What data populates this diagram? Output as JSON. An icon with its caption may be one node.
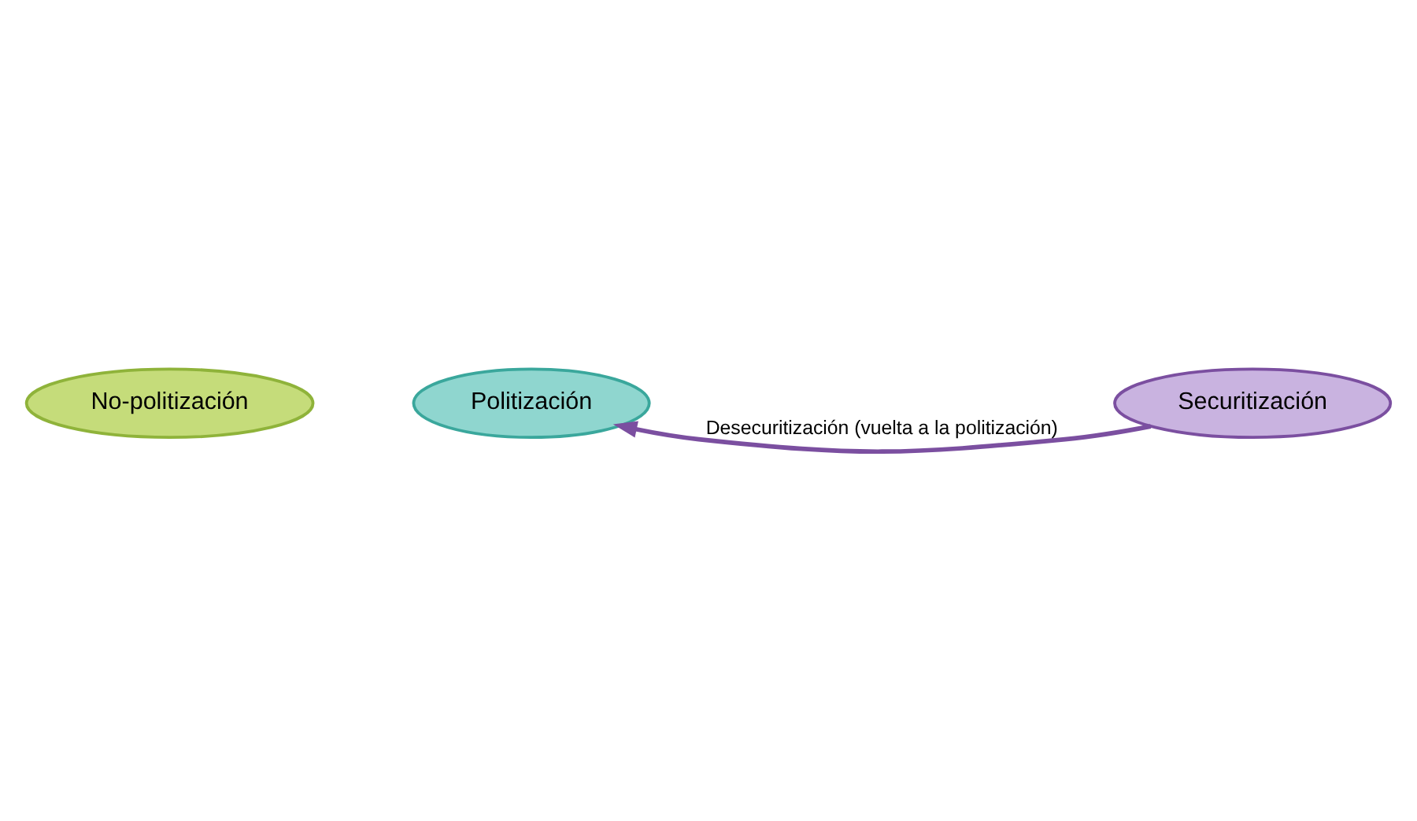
{
  "diagram": {
    "nodes": [
      {
        "text": [
          "No-politización"
        ]
      },
      {
        "text": [
          "Politización"
        ]
      },
      {
        "text": [
          "Securitización"
        ]
      }
    ],
    "edges": [
      {
        "from": 2,
        "to": 1,
        "arrow": "to",
        "label": "Desecuritización (vuelta a la politización)"
      }
    ]
  }
}
